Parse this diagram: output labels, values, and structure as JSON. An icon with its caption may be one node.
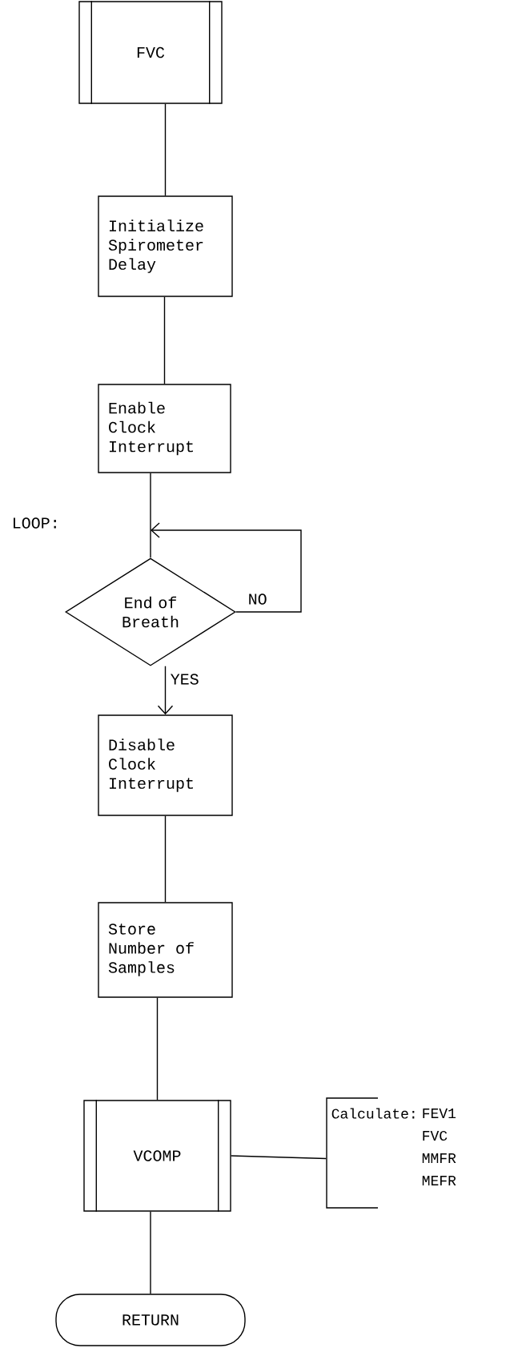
{
  "diagram": {
    "nodes": [
      {
        "text": [
          "FVC"
        ]
      },
      {
        "text": [
          "Initialize Spirometer Delay"
        ]
      },
      {
        "text": [
          "Enable Clock Interrupt"
        ]
      },
      {
        "text": [
          "End of Breath"
        ]
      },
      {
        "text": [
          "Disable Clock Interrupt"
        ]
      },
      {
        "text": [
          "Store Number of Samples"
        ]
      },
      {
        "text": [
          "VCOMP"
        ]
      },
      {
        "text": [
          "Calculate:",
          "FEV1",
          "FVC",
          "MMFR",
          "MEFR"
        ]
      },
      {
        "text": [
          "RETURN"
        ]
      }
    ],
    "edges": [
      {
        "from": 0,
        "to": 1,
        "arrow": "none"
      },
      {
        "from": 1,
        "to": 2,
        "arrow": "none"
      },
      {
        "from": 2,
        "to": 3,
        "arrow": "none"
      },
      {
        "from": 3,
        "to": 3,
        "arrow": "to",
        "label": "NO"
      },
      {
        "from": 3,
        "to": 4,
        "arrow": "to",
        "label": "YES"
      },
      {
        "from": 4,
        "to": 5,
        "arrow": "none"
      },
      {
        "from": 5,
        "to": 6,
        "arrow": "none"
      },
      {
        "from": 6,
        "to": 7,
        "arrow": "none"
      },
      {
        "from": 6,
        "to": 8,
        "arrow": "none"
      }
    ],
    "labels": [
      "LOOP:"
    ]
  }
}
